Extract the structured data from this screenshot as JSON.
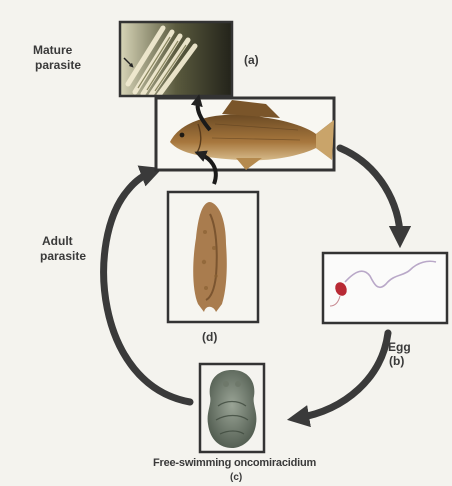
{
  "labels": {
    "mature_line1": "Mature",
    "mature_line2": "parasite",
    "panel_a": "(a)",
    "adult_line1": "Adult",
    "adult_line2": "parasite",
    "panel_d": "(d)",
    "egg": "Egg",
    "panel_b": "(b)",
    "free_swimming": "Free-swimming oncomiracidium",
    "panel_c": "(c)"
  },
  "colors": {
    "background": "#f4f3ee",
    "arrow": "#3a3a3a",
    "frame": "#333333",
    "text": "#3a3a3a"
  },
  "icons": {
    "gill": "gill-photo-icon",
    "fish": "fish-photo-icon",
    "adult": "adult-parasite-photo-icon",
    "egg": "egg-photo-icon",
    "larva": "oncomiracidium-photo-icon"
  }
}
